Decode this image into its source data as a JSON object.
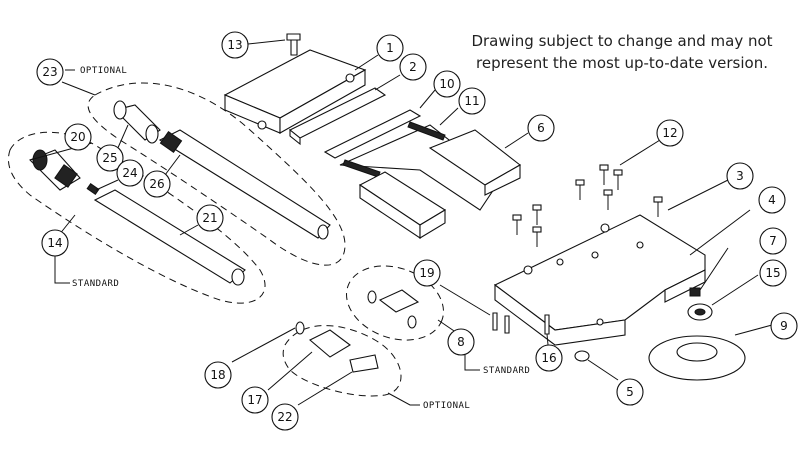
{
  "note": {
    "line1": "Drawing subject to change and may not",
    "line2": "represent the most up-to-date version."
  },
  "tags": {
    "optional_top": "OPTIONAL",
    "standard_left": "STANDARD",
    "standard_mid": "STANDARD",
    "optional_bottom": "OPTIONAL"
  },
  "callouts": [
    "13",
    "1",
    "2",
    "10",
    "11",
    "6",
    "12",
    "3",
    "4",
    "7",
    "15",
    "9",
    "5",
    "16",
    "8",
    "19",
    "17",
    "18",
    "22",
    "14",
    "20",
    "25",
    "24",
    "26",
    "21",
    "23"
  ]
}
